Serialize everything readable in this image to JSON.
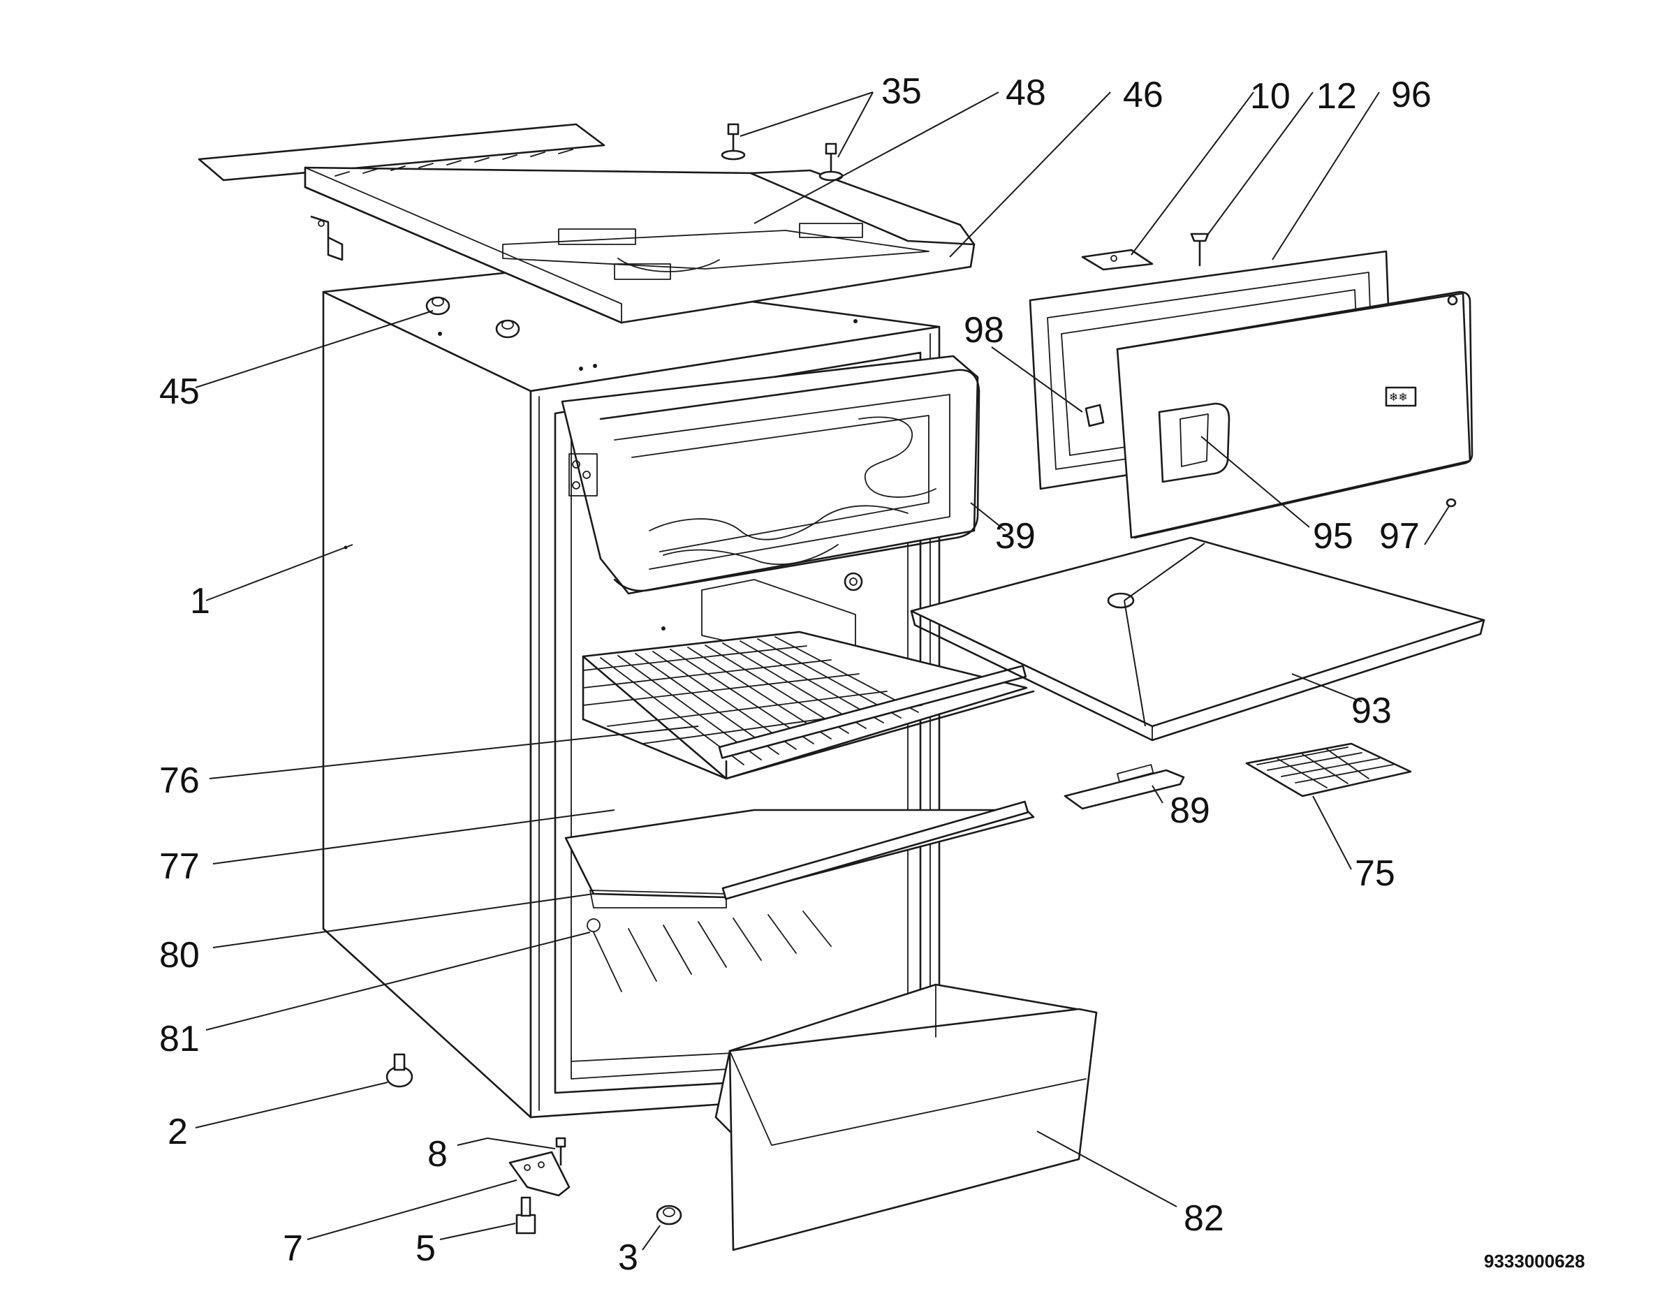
{
  "callouts": {
    "c35": "35",
    "c48": "48",
    "c46": "46",
    "c10": "10",
    "c12": "12",
    "c96": "96",
    "c45": "45",
    "c98": "98",
    "c1": "1",
    "c39": "39",
    "c95": "95",
    "c97": "97",
    "c93": "93",
    "c76": "76",
    "c89": "89",
    "c77": "77",
    "c75": "75",
    "c80": "80",
    "c81": "81",
    "c2": "2",
    "c8": "8",
    "c82": "82",
    "c7": "7",
    "c5": "5",
    "c3": "3"
  },
  "door_badge": "❄❄",
  "document_number": "9333000628"
}
